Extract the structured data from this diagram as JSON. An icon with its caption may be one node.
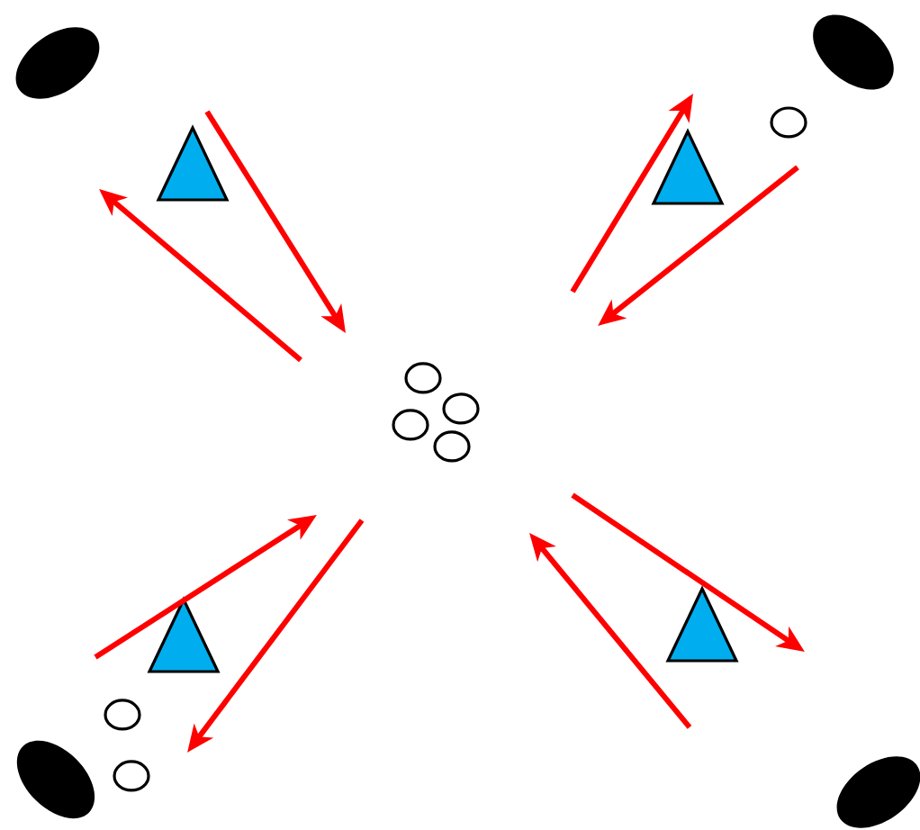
{
  "diagram": {
    "nodes": [
      {
        "text": [],
        "shape": "ellipse"
      },
      {
        "text": [],
        "shape": "ellipse"
      },
      {
        "text": [],
        "shape": "ellipse"
      },
      {
        "text": [],
        "shape": "ellipse"
      },
      {
        "text": [],
        "shape": "triangle"
      },
      {
        "text": [],
        "shape": "triangle"
      },
      {
        "text": [],
        "shape": "triangle"
      },
      {
        "text": [],
        "shape": "triangle"
      },
      {
        "text": [],
        "shape": "circle"
      },
      {
        "text": [],
        "shape": "circle"
      },
      {
        "text": [],
        "shape": "circle"
      },
      {
        "text": [],
        "shape": "circle"
      },
      {
        "text": [],
        "shape": "circle"
      },
      {
        "text": [],
        "shape": "circle"
      },
      {
        "text": [],
        "shape": "circle"
      }
    ]
  }
}
